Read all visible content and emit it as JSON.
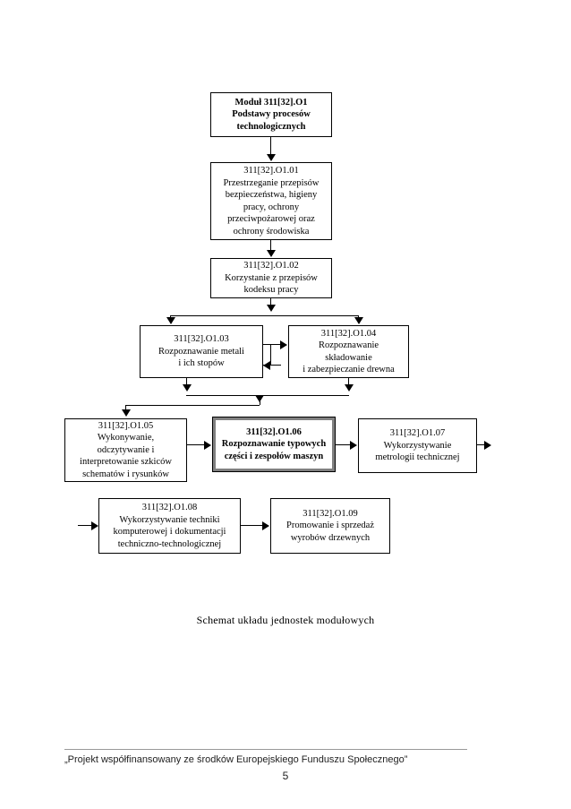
{
  "document": {
    "caption": "Schemat układu jednostek modułowych",
    "footer_note": "„Projekt współfinansowany ze środków Europejskiego Funduszu Społecznego”",
    "page_number": "5",
    "colors": {
      "page_background": "#ffffff",
      "line": "#000000",
      "emphasis_border": "#808080",
      "footer_rule": "#999999",
      "text": "#000000"
    }
  },
  "diagram": {
    "type": "flowchart",
    "nodes": [
      {
        "id": "module",
        "bold": true,
        "emphasis": false,
        "lines": [
          "Moduł 311[32].O1",
          "Podstawy procesów",
          "technologicznych"
        ]
      },
      {
        "id": "o1_01",
        "bold": false,
        "emphasis": false,
        "lines": [
          "311[32].O1.01",
          "Przestrzeganie przepisów",
          "bezpieczeństwa, higieny",
          "pracy, ochrony",
          "przeciwpożarowej oraz",
          "ochrony środowiska"
        ]
      },
      {
        "id": "o1_02",
        "bold": false,
        "emphasis": false,
        "lines": [
          "311[32].O1.02",
          "Korzystanie z przepisów",
          "kodeksu pracy"
        ]
      },
      {
        "id": "o1_03",
        "bold": false,
        "emphasis": false,
        "lines": [
          "311[32].O1.03",
          "Rozpoznawanie metali",
          "i ich stopów"
        ]
      },
      {
        "id": "o1_04",
        "bold": false,
        "emphasis": false,
        "lines": [
          "311[32].O1.04",
          "Rozpoznawanie",
          "składowanie",
          "i zabezpieczanie drewna"
        ]
      },
      {
        "id": "o1_05",
        "bold": false,
        "emphasis": false,
        "lines": [
          "311[32].O1.05",
          "Wykonywanie,",
          "odczytywanie  i",
          "interpretowanie szkiców",
          "schematów i rysunków"
        ]
      },
      {
        "id": "o1_06",
        "bold": true,
        "emphasis": true,
        "lines": [
          "311[32].O1.06",
          "Rozpoznawanie typowych",
          "części i zespołów maszyn"
        ]
      },
      {
        "id": "o1_07",
        "bold": false,
        "emphasis": false,
        "lines": [
          "311[32].O1.07",
          "Wykorzystywanie",
          "metrologii technicznej"
        ]
      },
      {
        "id": "o1_08",
        "bold": false,
        "emphasis": false,
        "lines": [
          "311[32].O1.08",
          "Wykorzystywanie techniki",
          "komputerowej i dokumentacji",
          "techniczno-technologicznej"
        ]
      },
      {
        "id": "o1_09",
        "bold": false,
        "emphasis": false,
        "lines": [
          "311[32].O1.09",
          "Promowanie i sprzedaż",
          "wyrobów drzewnych"
        ]
      }
    ]
  }
}
